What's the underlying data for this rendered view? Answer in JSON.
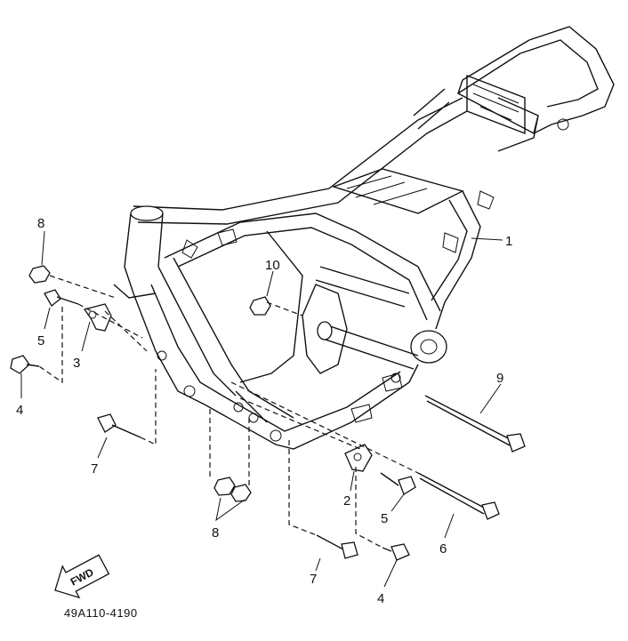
{
  "diagram": {
    "part_code": "49A110-4190",
    "fwd_label": "FWD",
    "callouts": [
      "1",
      "2",
      "3",
      "4",
      "4",
      "5",
      "5",
      "6",
      "7",
      "7",
      "8",
      "8",
      "9",
      "10"
    ]
  }
}
